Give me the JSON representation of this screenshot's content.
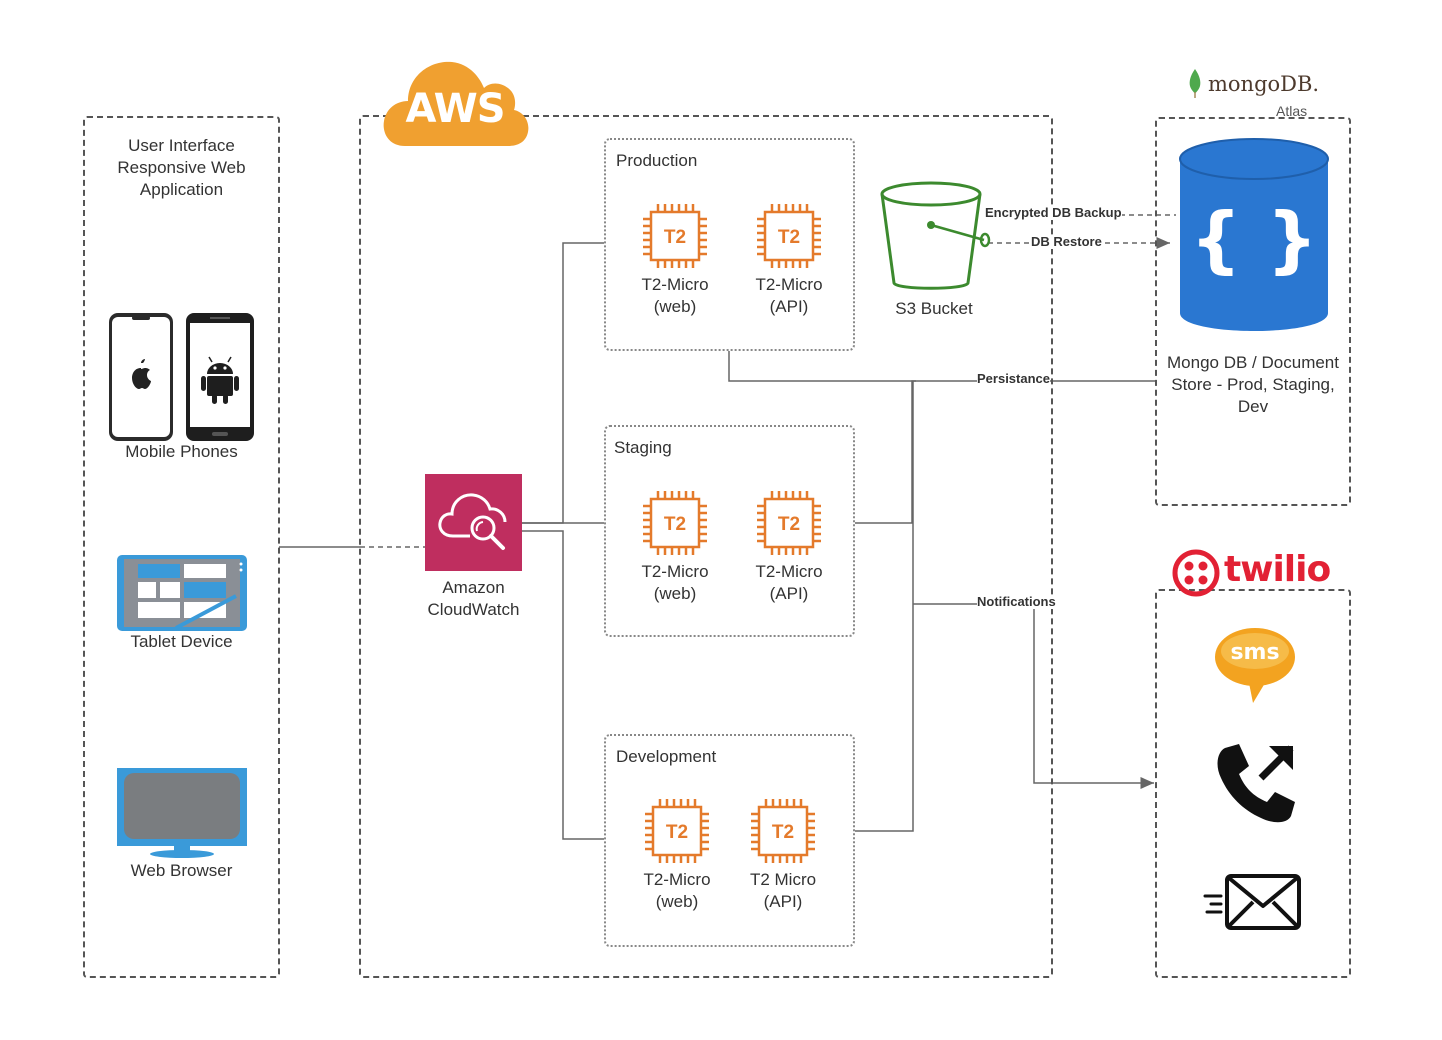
{
  "colors": {
    "aws_orange": "#f0a030",
    "chip_orange": "#e47a2b",
    "cloudwatch": "#bf2e5f",
    "s3_green": "#3c8a2e",
    "mongo_blue": "#2a77d1",
    "twilio_red": "#e22134",
    "sms_orange": "#f3a320"
  },
  "aws": {
    "logo_text": "AWS"
  },
  "client": {
    "title": "User Interface\nResponsive Web\nApplication",
    "mobile_label": "Mobile Phones",
    "tablet_label": "Tablet Device",
    "browser_label": "Web Browser"
  },
  "cloudwatch": {
    "label": "Amazon\nCloudWatch"
  },
  "environments": [
    {
      "name": "Production",
      "instances": [
        {
          "chip": "T2",
          "label": "T2-Micro\n(web)"
        },
        {
          "chip": "T2",
          "label": "T2-Micro\n(API)"
        }
      ]
    },
    {
      "name": "Staging",
      "instances": [
        {
          "chip": "T2",
          "label": "T2-Micro\n(web)"
        },
        {
          "chip": "T2",
          "label": "T2-Micro\n(API)"
        }
      ]
    },
    {
      "name": "Development",
      "instances": [
        {
          "chip": "T2",
          "label": "T2-Micro\n(web)"
        },
        {
          "chip": "T2",
          "label": "T2 Micro\n(API)"
        }
      ]
    }
  ],
  "s3": {
    "label": "S3 Bucket"
  },
  "edges": {
    "backup": "Encrypted DB Backup",
    "restore": "DB Restore",
    "persistance": "Persistance",
    "notifications": "Notifications"
  },
  "mongodb": {
    "brand": "mongoDB.",
    "atlas": "Atlas",
    "db_glyph": "{ }",
    "label": "Mongo DB / Document\nStore - Prod, Staging,\nDev"
  },
  "twilio": {
    "brand": "twilio",
    "sms_text": "sms",
    "icons": [
      "sms-icon",
      "phone-call-icon",
      "email-icon"
    ]
  }
}
